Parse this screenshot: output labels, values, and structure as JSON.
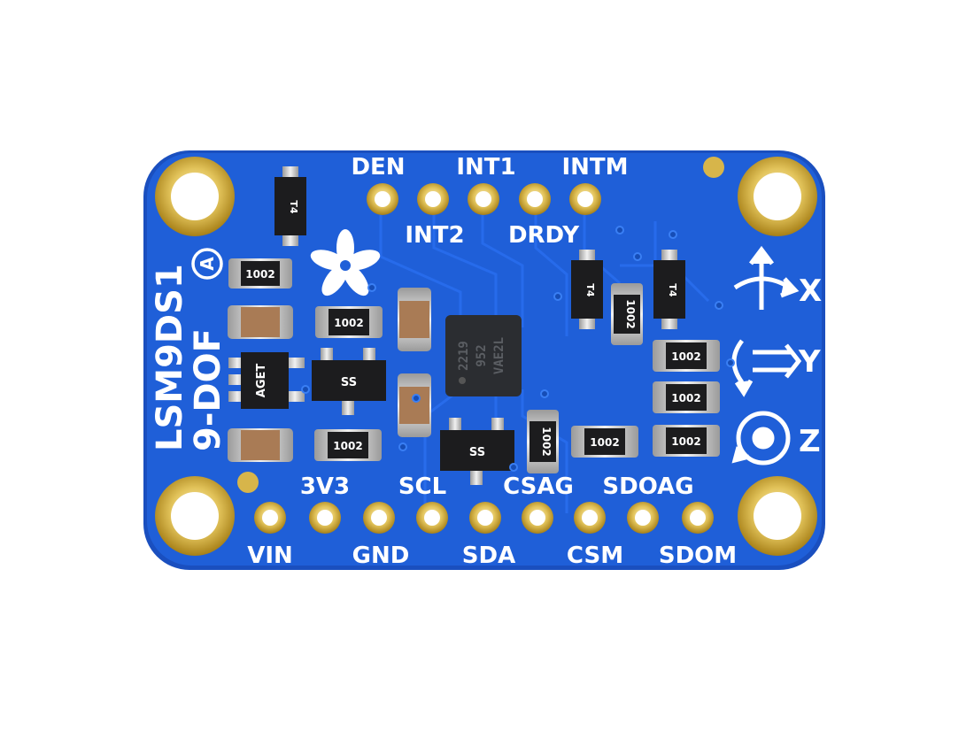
{
  "board": {
    "title": "LSM9DS1",
    "subtitle": "9-DOF",
    "logo_letter": "A",
    "colors": {
      "pcb": "#1f5fd8",
      "pcb_edge": "#1a4fbf",
      "gold": "#c9a227",
      "solder": "#d8d8d8",
      "chip": "#2b2d31"
    }
  },
  "top_pins": [
    "DEN",
    "INT1",
    "INTM"
  ],
  "top_pins_lower": [
    "INT2",
    "DRDY"
  ],
  "bottom_pins_upper": [
    "3V3",
    "SCL",
    "CSAG",
    "SDOAG"
  ],
  "bottom_pins_lower": [
    "VIN",
    "GND",
    "SDA",
    "CSM",
    "SDOM"
  ],
  "axes": [
    {
      "label": "X",
      "icon": "x-rotation-icon"
    },
    {
      "label": "Y",
      "icon": "y-rotation-icon"
    },
    {
      "label": "Z",
      "icon": "z-rotation-icon"
    }
  ],
  "resistor_marking": "1002",
  "diode_marking": "T4",
  "transistor_marking": "SS",
  "regulator_marking": "AGET",
  "ic_marking": [
    "2219",
    "952",
    "VAE2L"
  ]
}
